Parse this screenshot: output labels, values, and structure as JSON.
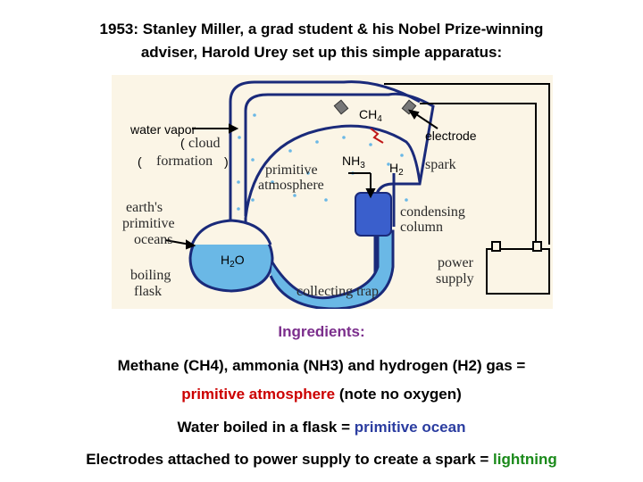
{
  "title": {
    "line1": "1953: Stanley Miller, a grad student & his Nobel Prize-winning",
    "line2": "adviser, Harold Urey set up this simple apparatus:"
  },
  "diagram": {
    "labels": {
      "ch4": {
        "base": "CH",
        "sub": "4"
      },
      "nh3": {
        "base": "NH",
        "sub": "3"
      },
      "h2": {
        "base": "H",
        "sub": "2"
      },
      "h2o": {
        "base": "H",
        "sub": "2",
        "tail": "O"
      },
      "water_vapor": "water vapor",
      "electrode": "electrode",
      "cloud_formation_line1": "cloud",
      "cloud_formation_line2": "formation",
      "paren_open_1": "(",
      "paren_open_2": "(",
      "paren_close": ")",
      "primitive_atmosphere_line1": "primitive",
      "primitive_atmosphere_line2": "atmosphere",
      "spark": "spark",
      "earths_oceans_line1": "earth's",
      "earths_oceans_line2": "primitive",
      "earths_oceans_line3": "oceans",
      "condensing_column_line1": "condensing",
      "condensing_column_line2": "column",
      "boiling_flask_line1": "boiling",
      "boiling_flask_line2": "flask",
      "power_supply_line1": "power",
      "power_supply_line2": "supply",
      "collecting_trap": "collecting trap"
    }
  },
  "ingredients": {
    "heading": "Ingredients:",
    "line1": "Methane (CH4), ammonia (NH3) and hydrogen (H2) gas =",
    "line2_highlight": "primitive atmosphere",
    "line2_rest": " (note no oxygen)",
    "line3_prefix": "Water boiled in a flask = ",
    "line3_highlight": "primitive ocean",
    "line4_prefix": "Electrodes attached to power supply to create a spark = ",
    "line4_highlight": "lightning"
  },
  "colors": {
    "heading": "#7b2e8c",
    "atmosphere": "#cc0000",
    "ocean": "#2b3da0",
    "lightning": "#1a8a1a",
    "water": "#6ab8e6",
    "glass": "#1a2a7a",
    "column": "#3a5fcc"
  }
}
